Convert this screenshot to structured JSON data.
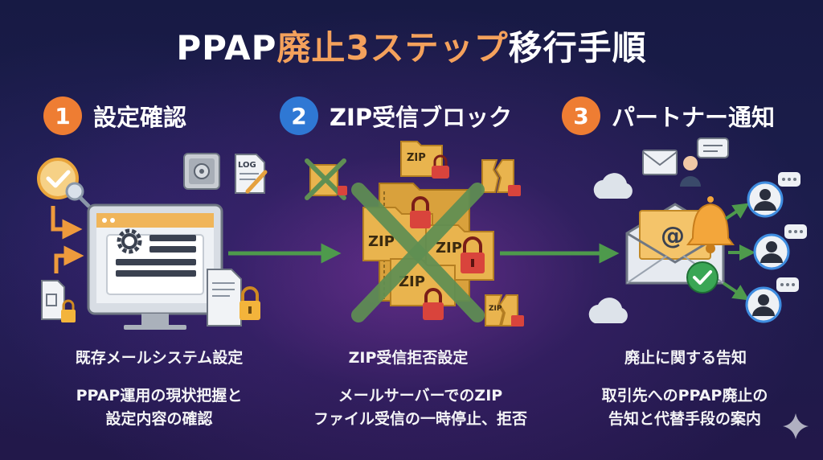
{
  "title": {
    "prefix": "PPAP",
    "accent": "廃止3ステップ",
    "suffix": "移行手順"
  },
  "steps": [
    {
      "number": "1",
      "title": "設定確認",
      "label": "既存メールシステム設定",
      "desc": [
        "PPAP運用の現状把握と",
        "設定内容の確認"
      ]
    },
    {
      "number": "2",
      "title": "ZIP受信ブロック",
      "label": "ZIP受信拒否設定",
      "desc": [
        "メールサーバーでのZIP",
        "ファイル受信の一時停止、拒否"
      ]
    },
    {
      "number": "3",
      "title": "パートナー通知",
      "label": "廃止に関する告知",
      "desc": [
        "取引先へのPPAP廃止の",
        "告知と代替手段の案内"
      ]
    }
  ],
  "icons": {
    "log_doc": "LOG",
    "zip_file": "ZIP",
    "zip_partial": "ZIP"
  },
  "colors": {
    "orange": "#ee7d33",
    "blue": "#2f78d4",
    "accent_text": "#f4a15c",
    "arrow_green": "#4e9a4c",
    "folder": "#e9b44e",
    "lock_red": "#d9443c",
    "check_green": "#3aa655"
  }
}
